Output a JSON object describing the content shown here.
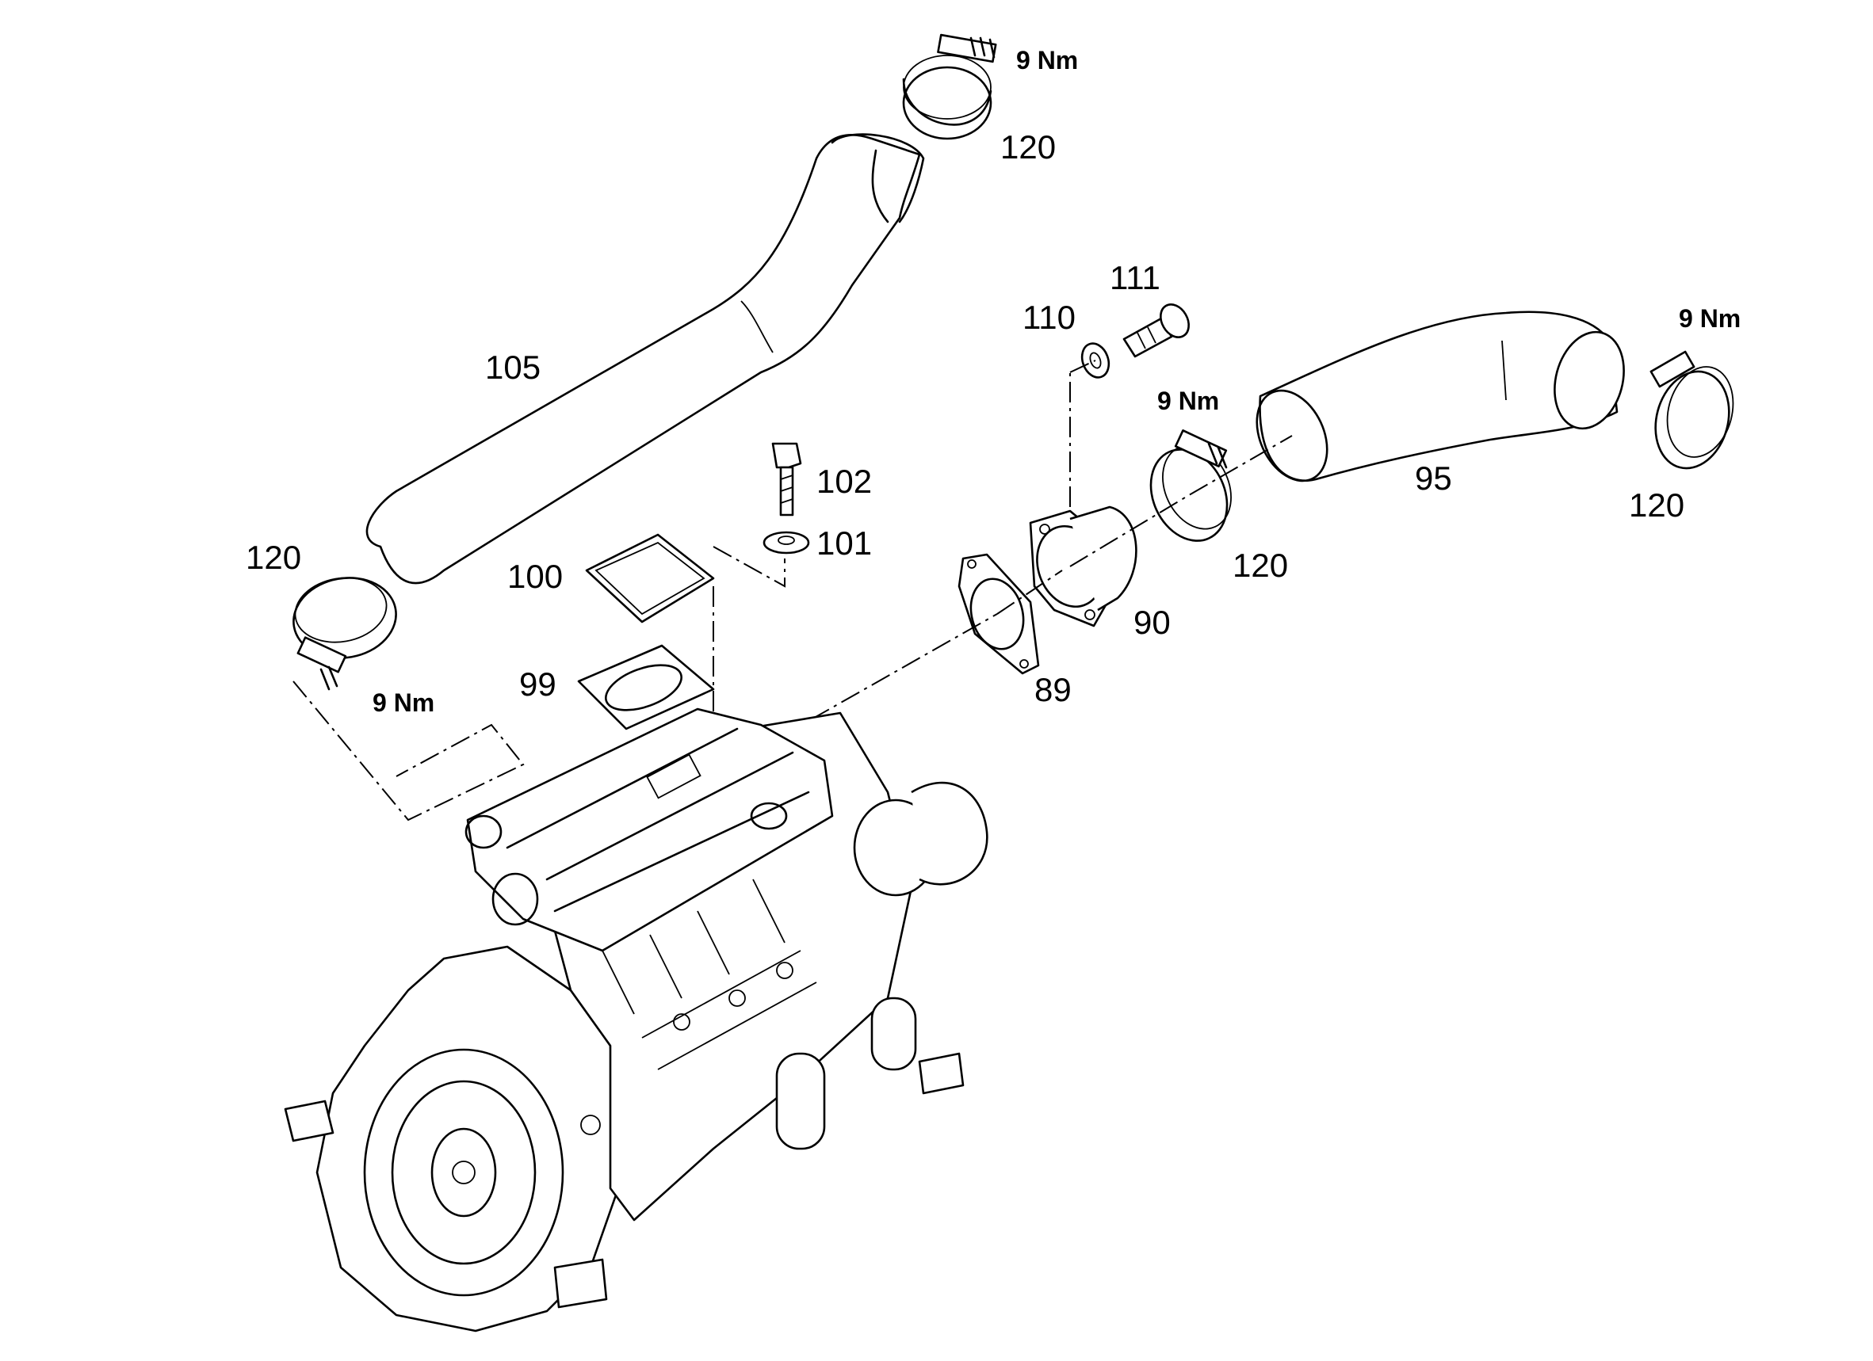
{
  "parts": {
    "p89": "89",
    "p90": "90",
    "p95": "95",
    "p99": "99",
    "p100": "100",
    "p101": "101",
    "p102": "102",
    "p105": "105",
    "p110": "110",
    "p111": "111",
    "p120": "120"
  },
  "torque": {
    "clamp": "9 Nm"
  }
}
